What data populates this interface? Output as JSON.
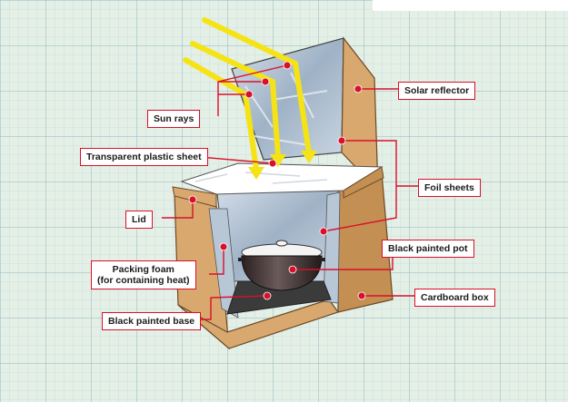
{
  "diagram": {
    "labels": {
      "sun_rays": "Sun rays",
      "solar_reflector": "Solar reflector",
      "transparent_plastic_sheet": "Transparent plastic sheet",
      "foil_sheets": "Foil sheets",
      "lid": "Lid",
      "black_painted_pot": "Black painted pot",
      "packing_foam_line1": "Packing foam",
      "packing_foam_line2": "(for containing heat)",
      "cardboard_box": "Cardboard box",
      "black_painted_base": "Black painted base"
    }
  },
  "colors": {
    "background": "#e4efe6",
    "grid": "#a9cbd6",
    "cardboard": "#d9a86f",
    "cardboard_dark": "#b98245",
    "foil": "#b8c7d6",
    "sun_ray": "#f5e315",
    "callout": "#d8102a",
    "pot": "#3a2e2e",
    "base": "#3b3b3b"
  }
}
